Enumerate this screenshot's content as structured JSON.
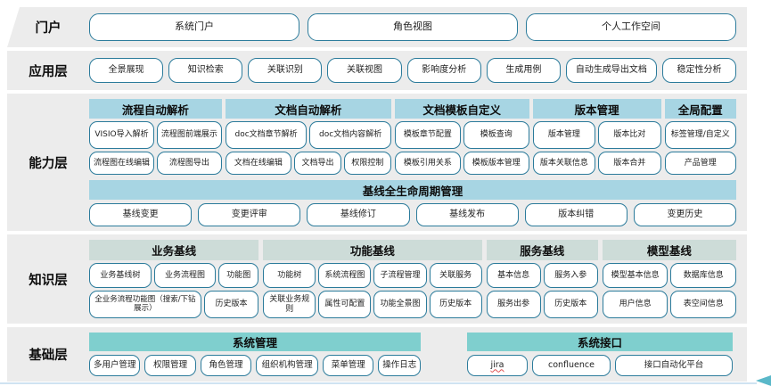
{
  "portal": {
    "label": "门户",
    "items": [
      "系统门户",
      "角色视图",
      "个人工作空间"
    ]
  },
  "app_layer": {
    "label": "应用层",
    "items": [
      "全景展现",
      "知识检索",
      "关联识别",
      "关联视图",
      "影响度分析",
      "生成用例",
      "自动生成导出文档",
      "稳定性分析"
    ]
  },
  "capability_layer": {
    "label": "能力层",
    "groups": [
      {
        "title": "流程自动解析",
        "rows": [
          [
            "VISIO导入解析",
            "流程图前端展示"
          ],
          [
            "流程图在线编辑",
            "流程图导出"
          ]
        ]
      },
      {
        "title": "文档自动解析",
        "rows": [
          [
            "doc文档章节解析",
            "doc文档内容解析"
          ],
          [
            "文档在线编辑",
            "文档导出",
            "权限控制"
          ]
        ]
      },
      {
        "title": "文档模板自定义",
        "rows": [
          [
            "模板章节配置",
            "模板查询"
          ],
          [
            "模板引用关系",
            "模板版本管理"
          ]
        ]
      },
      {
        "title": "版本管理",
        "rows": [
          [
            "版本管理",
            "版本比对"
          ],
          [
            "版本关联信息",
            "版本合并"
          ]
        ]
      },
      {
        "title": "全局配置",
        "rows": [
          [
            "标签管理/自定义"
          ],
          [
            "产品管理"
          ]
        ]
      }
    ],
    "baseline": {
      "title": "基线全生命周期管理",
      "items": [
        "基线变更",
        "变更评审",
        "基线修订",
        "基线发布",
        "版本纠错",
        "变更历史"
      ]
    }
  },
  "knowledge_layer": {
    "label": "知识层",
    "groups": [
      {
        "title": "业务基线",
        "rows": [
          [
            "业务基线树",
            "业务流程图",
            "功能图"
          ],
          [
            "全业务流程功能图（搜索/下钻展示）",
            "历史版本"
          ]
        ]
      },
      {
        "title": "功能基线",
        "rows": [
          [
            "功能树",
            "系统流程图",
            "子流程管理",
            "关联服务"
          ],
          [
            "关联业务规则",
            "属性可配置",
            "功能全景图",
            "历史版本"
          ]
        ]
      },
      {
        "title": "服务基线",
        "rows": [
          [
            "基本信息",
            "服务入参"
          ],
          [
            "服务出参",
            "历史版本"
          ]
        ]
      },
      {
        "title": "模型基线",
        "rows": [
          [
            "模型基本信息",
            "数据库信息"
          ],
          [
            "用户信息",
            "表空间信息"
          ]
        ]
      }
    ]
  },
  "base_layer": {
    "label": "基础层",
    "groups": [
      {
        "title": "系统管理",
        "items": [
          "多用户管理",
          "权限管理",
          "角色管理",
          "组织机构管理",
          "菜单管理",
          "操作日志"
        ]
      },
      {
        "title": "系统接口",
        "items": [
          "jira",
          "confluence",
          "接口自动化平台"
        ]
      }
    ]
  },
  "colors": {
    "band_background": "#ececec",
    "header_blue": "#a7d5e3",
    "header_green": "#cddcd8",
    "header_teal": "#7fcfce",
    "button_border": "#2b7b9b",
    "misspell_underline": "#e05252",
    "bottom_line": "#cfe3f1",
    "arrow_teal": "#5ab8c9"
  }
}
